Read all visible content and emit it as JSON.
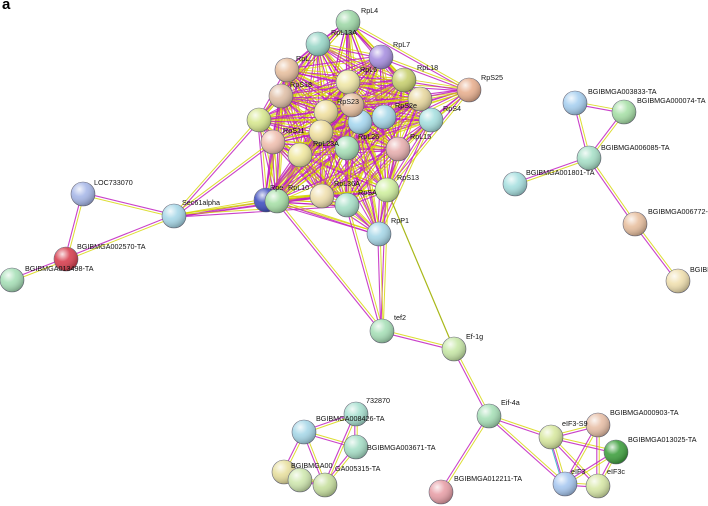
{
  "panel_label": "a",
  "colors": {
    "edge_magenta": "#c020c0",
    "edge_yellow": "#d4d400",
    "edge_olive": "#a0b000",
    "edge_dark": "#404060",
    "edge_cyan": "#20b0c0"
  },
  "nodes": [
    {
      "id": "RpL4",
      "label": "RpL4",
      "color": "#9fd8a8"
    },
    {
      "id": "RpL13A",
      "label": "RpL13A",
      "color": "#9ad7c8"
    },
    {
      "id": "RpL7",
      "label": "RpL7",
      "color": "#a890e0"
    },
    {
      "id": "RpL27",
      "label": "RpL...",
      "color": "#e8c0a0"
    },
    {
      "id": "RpL6",
      "label": "RpL6",
      "color": "#f0e8a8"
    },
    {
      "id": "RpL18",
      "label": "RpL18",
      "color": "#c8d070"
    },
    {
      "id": "RpS25",
      "label": "RpS25",
      "color": "#e8b090"
    },
    {
      "id": "RpS18",
      "label": "RpS18",
      "color": "#e0c0a8"
    },
    {
      "id": "RpS23",
      "label": "RpS23",
      "color": "#f0e0a0"
    },
    {
      "id": "RpS2e",
      "label": "RpS2e",
      "color": "#a8d8e8"
    },
    {
      "id": "RpS4",
      "label": "RpS4",
      "color": "#a8e0e0"
    },
    {
      "id": "RpL19",
      "label": "",
      "color": "#d8e890"
    },
    {
      "id": "RpS11",
      "label": "RpS11",
      "color": "#f0c0b0"
    },
    {
      "id": "RpL24",
      "label": "",
      "color": "#f0e8a0"
    },
    {
      "id": "RpL26",
      "label": "RpL26",
      "color": "#a8e0b8"
    },
    {
      "id": "RpL23A",
      "label": "RpL23A",
      "color": "#f0e0a0"
    },
    {
      "id": "RpL15",
      "label": "RpL15",
      "color": "#e8b0b0"
    },
    {
      "id": "RpS3",
      "label": "",
      "color": "#a8d8f0"
    },
    {
      "id": "RpL8",
      "label": "",
      "color": "#e8c0a0"
    },
    {
      "id": "RpL9",
      "label": "",
      "color": "#e8d8a0"
    },
    {
      "id": "Rpe",
      "label": "Rpe",
      "color": "#4050c0"
    },
    {
      "id": "RpL10",
      "label": "RpL10",
      "color": "#a8e0a8"
    },
    {
      "id": "RpL36A",
      "label": "RpL36A",
      "color": "#f0e0b0"
    },
    {
      "id": "RpSA",
      "label": "RpSA",
      "color": "#a8e0c8"
    },
    {
      "id": "RpS13",
      "label": "RpS13",
      "color": "#d0f0a0"
    },
    {
      "id": "RpP1",
      "label": "RpP1",
      "color": "#a8d8e8"
    },
    {
      "id": "Sec61alpha",
      "label": "Sec61alpha",
      "color": "#a8d8e8"
    },
    {
      "id": "LOC733070",
      "label": "LOC733070",
      "color": "#a8b8e8"
    },
    {
      "id": "BGIBMGA002570-TA",
      "label": "BGIBMGA002570-TA",
      "color": "#d84050"
    },
    {
      "id": "BGIBMGA013498-TA",
      "label": "BGIBMGA013498-TA",
      "color": "#a8e0b8"
    },
    {
      "id": "tef2",
      "label": "tef2",
      "color": "#a8e0b8"
    },
    {
      "id": "Ef-1g",
      "label": "Ef-1g",
      "color": "#c8e8a8"
    },
    {
      "id": "Eif-4a",
      "label": "Eif-4a",
      "color": "#a8e0b8"
    },
    {
      "id": "BGIBMGA012211-TA",
      "label": "BGIBMGA012211-TA",
      "color": "#e8a0a8"
    },
    {
      "id": "eIF3-S9",
      "label": "eIF3-S9",
      "color": "#d8e8a0"
    },
    {
      "id": "BGIBMGA000903-TA",
      "label": "BGIBMGA000903-TA",
      "color": "#e8c0a8"
    },
    {
      "id": "BGIBMGA013025-TA",
      "label": "BGIBMGA013025-TA",
      "color": "#40a040"
    },
    {
      "id": "eIF3",
      "label": "eIF3",
      "color": "#a8c8f0"
    },
    {
      "id": "eIF3c",
      "label": "eIF3c",
      "color": "#d8e8a8"
    },
    {
      "id": "732870",
      "label": "732870",
      "color": "#a8e0d0"
    },
    {
      "id": "BGIBMGA008426-TA",
      "label": "BGIBMGA008426-TA",
      "color": "#a8d8e8"
    },
    {
      "id": "BGIBMGA003671-TA",
      "label": "BGIBMGA003671-TA",
      "color": "#a8e0c8"
    },
    {
      "id": "BGIBMGA00",
      "label": "BGIBMGA00",
      "color": "#e8e0a0"
    },
    {
      "id": "BGIBMGA005315-TA",
      "label": "GA005315-TA",
      "color": "#c8e0a0"
    },
    {
      "id": "BGIBMGA005315b",
      "label": "",
      "color": "#d0e8b0"
    },
    {
      "id": "BGIBMGA003833-TA",
      "label": "BGIBMGA003833-TA",
      "color": "#a8d0f0"
    },
    {
      "id": "BGIBMGA000074-TA",
      "label": "BGIBMGA000074-TA",
      "color": "#a8e0a8"
    },
    {
      "id": "BGIBMGA006085-TA",
      "label": "BGIBMGA006085-TA",
      "color": "#a8e0c8"
    },
    {
      "id": "BGIBMGA001801-TA",
      "label": "BGIBMGA001801-TA",
      "color": "#a8e0e0"
    },
    {
      "id": "BGIBMGA006772",
      "label": "BGIBMGA006772-",
      "color": "#e8c0a0"
    },
    {
      "id": "BGIBI",
      "label": "BGIBI",
      "color": "#f0e0b0"
    }
  ],
  "edges": [
    [
      "Sec61alpha",
      "LOC733070",
      "m"
    ],
    [
      "Sec61alpha",
      "BGIBMGA002570-TA",
      "m"
    ],
    [
      "LOC733070",
      "BGIBMGA002570-TA",
      "m"
    ],
    [
      "BGIBMGA002570-TA",
      "BGIBMGA013498-TA",
      "m"
    ],
    [
      "Sec61alpha",
      "RpL19",
      "m"
    ],
    [
      "Sec61alpha",
      "RpS11",
      "m"
    ],
    [
      "Sec61alpha",
      "Rpe",
      "m"
    ],
    [
      "Sec61alpha",
      "RpL10",
      "m"
    ],
    [
      "Sec61alpha",
      "RpL36A",
      "m"
    ],
    [
      "Sec61alpha",
      "RpSA",
      "m"
    ],
    [
      "RpL10",
      "tef2",
      "m"
    ],
    [
      "RpSA",
      "tef2",
      "m"
    ],
    [
      "RpS13",
      "tef2",
      "m"
    ],
    [
      "RpP1",
      "tef2",
      "m"
    ],
    [
      "RpS13",
      "Ef-1g",
      "y"
    ],
    [
      "tef2",
      "Ef-1g",
      "m"
    ],
    [
      "Ef-1g",
      "Eif-4a",
      "m"
    ],
    [
      "Eif-4a",
      "BGIBMGA012211-TA",
      "m"
    ],
    [
      "Eif-4a",
      "eIF3-S9",
      "m"
    ],
    [
      "Eif-4a",
      "eIF3",
      "m"
    ],
    [
      "eIF3-S9",
      "BGIBMGA000903-TA",
      "m"
    ],
    [
      "eIF3-S9",
      "BGIBMGA013025-TA",
      "m"
    ],
    [
      "eIF3-S9",
      "eIF3",
      "c"
    ],
    [
      "eIF3-S9",
      "eIF3c",
      "m"
    ],
    [
      "eIF3",
      "eIF3c",
      "m"
    ],
    [
      "BGIBMGA000903-TA",
      "eIF3",
      "m"
    ],
    [
      "BGIBMGA000903-TA",
      "eIF3c",
      "m"
    ],
    [
      "BGIBMGA013025-TA",
      "eIF3c",
      "m"
    ],
    [
      "BGIBMGA013025-TA",
      "eIF3",
      "m"
    ],
    [
      "732870",
      "BGIBMGA008426-TA",
      "m"
    ],
    [
      "732870",
      "BGIBMGA003671-TA",
      "m"
    ],
    [
      "BGIBMGA008426-TA",
      "BGIBMGA003671-TA",
      "m"
    ],
    [
      "BGIBMGA008426-TA",
      "BGIBMGA00",
      "m"
    ],
    [
      "BGIBMGA008426-TA",
      "BGIBMGA005315-TA",
      "m"
    ],
    [
      "BGIBMGA00",
      "BGIBMGA005315-TA",
      "m"
    ],
    [
      "BGIBMGA003671-TA",
      "BGIBMGA005315-TA",
      "m"
    ],
    [
      "BGIBMGA00",
      "BGIBMGA005315b",
      "m"
    ],
    [
      "BGIBMGA005315b",
      "BGIBMGA005315-TA",
      "m"
    ],
    [
      "732870",
      "BGIBMGA005315-TA",
      "m"
    ],
    [
      "BGIBMGA003833-TA",
      "BGIBMGA006085-TA",
      "m"
    ],
    [
      "BGIBMGA000074-TA",
      "BGIBMGA006085-TA",
      "m"
    ],
    [
      "BGIBMGA003833-TA",
      "BGIBMGA000074-TA",
      "m"
    ],
    [
      "BGIBMGA006085-TA",
      "BGIBMGA001801-TA",
      "m"
    ],
    [
      "BGIBMGA006085-TA",
      "BGIBMGA006772",
      "m"
    ],
    [
      "BGIBMGA006772",
      "BGIBI",
      "m"
    ]
  ]
}
